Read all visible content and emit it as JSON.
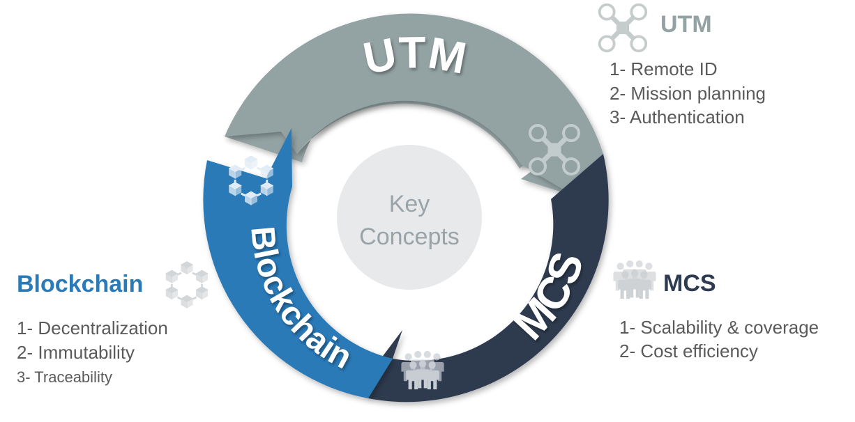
{
  "center": {
    "line1": "Key",
    "line2": "Concepts"
  },
  "segments": {
    "utm": {
      "label": "UTM",
      "color": "#93a2a3",
      "icon": "drone-icon"
    },
    "mcs": {
      "label": "MCS",
      "color": "#2e3b50",
      "icon": "crowd-icon"
    },
    "blockchain": {
      "label": "Blockchain",
      "color": "#2a7ab8",
      "icon": "blockchain-cubes-icon"
    }
  },
  "panels": {
    "utm": {
      "title": "UTM",
      "title_color": "#93a2a3",
      "items": [
        "1- Remote ID",
        "2- Mission planning",
        "3- Authentication"
      ]
    },
    "mcs": {
      "title": "MCS",
      "title_color": "#2e3b50",
      "items": [
        "1- Scalability & coverage",
        "2- Cost efficiency"
      ]
    },
    "blockchain": {
      "title": "Blockchain",
      "title_color": "#2a7ab8",
      "items": [
        "1- Decentralization",
        "2- Immutability",
        "3- Traceability"
      ]
    }
  }
}
